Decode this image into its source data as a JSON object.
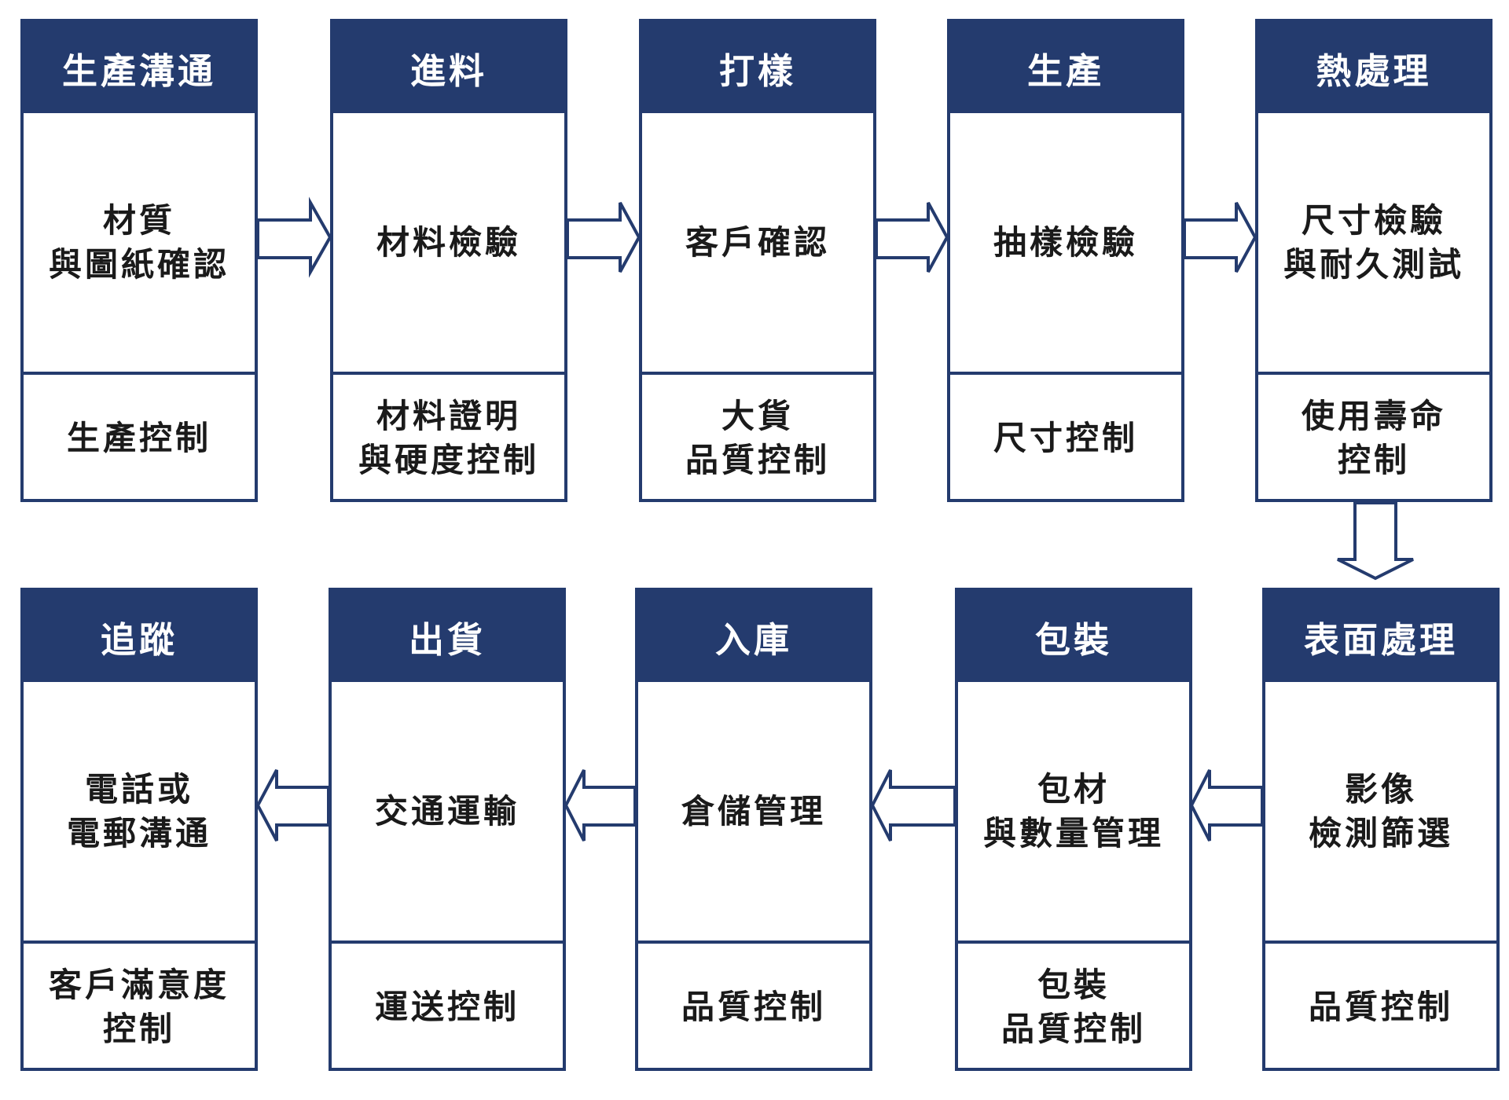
{
  "colors": {
    "header": "#243b6e",
    "border": "#243b6e",
    "text": "#1a1a1a"
  },
  "row1": [
    {
      "header": "生產溝通",
      "detail": "材質\n與圖紙確認",
      "control": "生產控制"
    },
    {
      "header": "進料",
      "detail": "材料檢驗",
      "control": "材料證明\n與硬度控制"
    },
    {
      "header": "打樣",
      "detail": "客戶確認",
      "control": "大貨\n品質控制"
    },
    {
      "header": "生產",
      "detail": "抽樣檢驗",
      "control": "尺寸控制"
    },
    {
      "header": "熱處理",
      "detail": "尺寸檢驗\n與耐久測試",
      "control": "使用壽命\n控制"
    }
  ],
  "row2": [
    {
      "header": "追蹤",
      "detail": "電話或\n電郵溝通",
      "control": "客戶滿意度\n控制"
    },
    {
      "header": "出貨",
      "detail": "交通運輸",
      "control": "運送控制"
    },
    {
      "header": "入庫",
      "detail": "倉儲管理",
      "control": "品質控制"
    },
    {
      "header": "包裝",
      "detail": "包材\n與數量管理",
      "control": "包裝\n品質控制"
    },
    {
      "header": "表面處理",
      "detail": "影像\n檢測篩選",
      "control": "品質控制"
    }
  ]
}
